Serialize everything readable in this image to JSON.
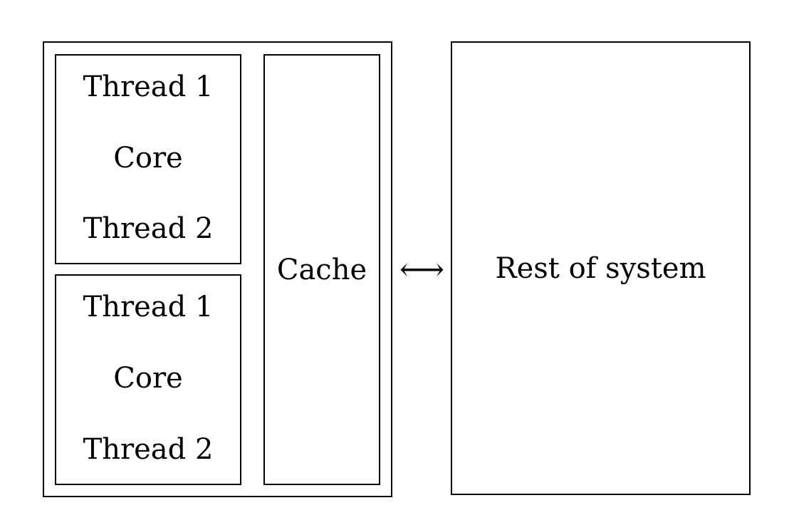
{
  "diagram": {
    "type": "block-diagram",
    "background_color": "#ffffff",
    "stroke_color": "#000000",
    "cpu_package": {
      "cores": [
        {
          "name": "core-1",
          "thread_top": "Thread 1",
          "core_label": "Core",
          "thread_bottom": "Thread 2"
        },
        {
          "name": "core-2",
          "thread_top": "Thread 1",
          "core_label": "Core",
          "thread_bottom": "Thread 2"
        }
      ],
      "cache": {
        "label": "Cache"
      }
    },
    "connector": {
      "glyph": "⟷",
      "semantic": "bidirectional-arrow"
    },
    "rest_of_system": {
      "label": "Rest of system"
    }
  }
}
